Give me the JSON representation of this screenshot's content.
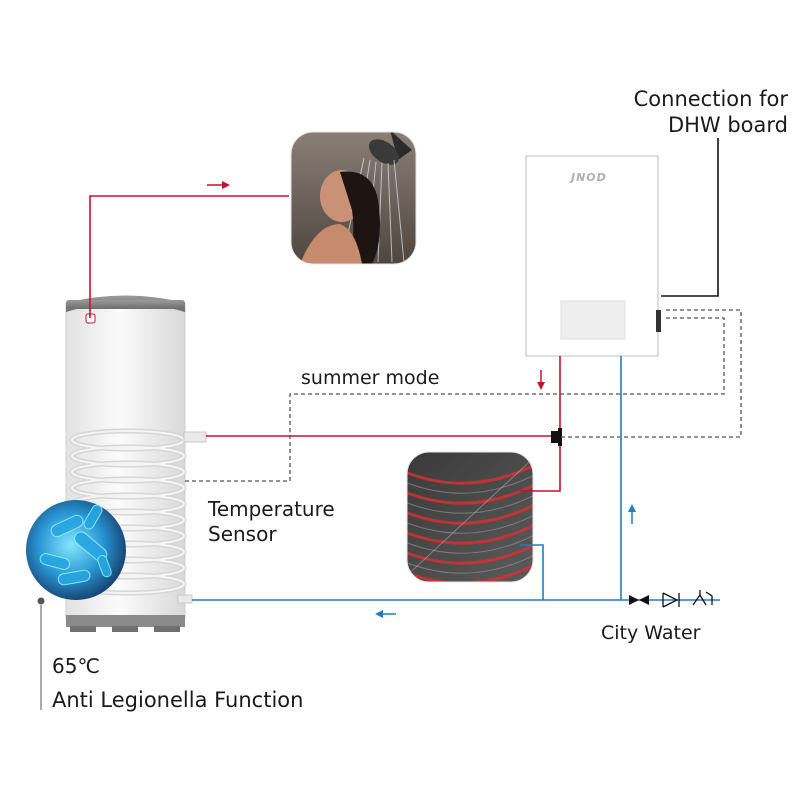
{
  "labels": {
    "dhw_connection_line1": "Connection for",
    "dhw_connection_line2": "DHW board",
    "summer_mode": "summer mode",
    "temperature_sensor_line1": "Temperature",
    "temperature_sensor_line2": "Sensor",
    "city_water": "City Water",
    "temperature_65": "65℃",
    "anti_legionella": "Anti Legionella Function",
    "boiler_brand": "JNOD"
  },
  "colors": {
    "hot_line": "#c8102e",
    "cold_line": "#1f7fc0",
    "control_wire": "#111111",
    "dashed_wire": "#555555"
  }
}
